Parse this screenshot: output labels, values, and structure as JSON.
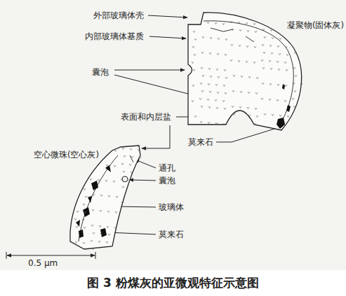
{
  "diagram": {
    "caption": "图 3 粉煤灰的亚微观特征示意图",
    "nodes": [
      {
        "text": [
          "凝聚物(固体灰)"
        ]
      },
      {
        "text": [
          "空心微珠(空心灰)"
        ]
      }
    ],
    "labels": [
      "外部玻璃体壳",
      "内部玻璃体基质",
      "囊泡",
      "表面和内层盐",
      "莫来石",
      "通孔",
      "囊泡",
      "玻璃体",
      "莫来石",
      "0.5 μm"
    ]
  }
}
